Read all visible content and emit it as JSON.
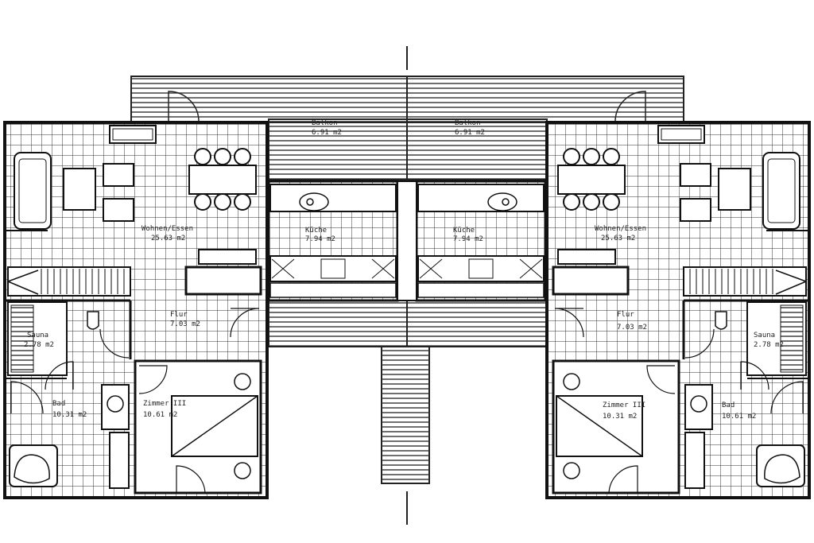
{
  "plan": {
    "balcony_left": "Balkon",
    "balcony_left_area": "6.91 m2",
    "balcony_right": "Balkon",
    "balcony_right_area": "6.91 m2",
    "kitchen_left": "Küche",
    "kitchen_left_area": "7.94 m2",
    "kitchen_right": "Küche",
    "kitchen_right_area": "7.94 m2",
    "living_left": "Wohnen/Essen",
    "living_left_area": "25.63 m2",
    "living_right": "Wohnen/Essen",
    "living_right_area": "25.63 m2",
    "hall_left": "Flur",
    "hall_left_area": "7.03 m2",
    "hall_right": "Flur",
    "hall_right_area": "7.03 m2",
    "sauna_left": "Sauna",
    "sauna_left_area": "2.78 m2",
    "sauna_right": "Sauna",
    "sauna_right_area": "2.78 m2",
    "bath_left": "Bad",
    "bath_left_area": "10.31 m2",
    "bath_right": "Bad",
    "bath_right_area": "10.61 m2",
    "room_left": "Zimmer III",
    "room_left_area": "10.61 m2",
    "room_right": "Zimmer III",
    "room_right_area": "10.31 m2"
  }
}
